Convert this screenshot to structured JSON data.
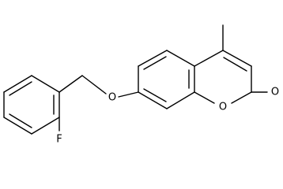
{
  "molecule": {
    "atoms": {
      "ring_oxygen": "O",
      "carbonyl_oxygen": "O",
      "ether_oxygen": "O",
      "fluorine": "F"
    }
  },
  "colors": {
    "bond": "#000000",
    "label": "#000000",
    "background": "#ffffff"
  }
}
